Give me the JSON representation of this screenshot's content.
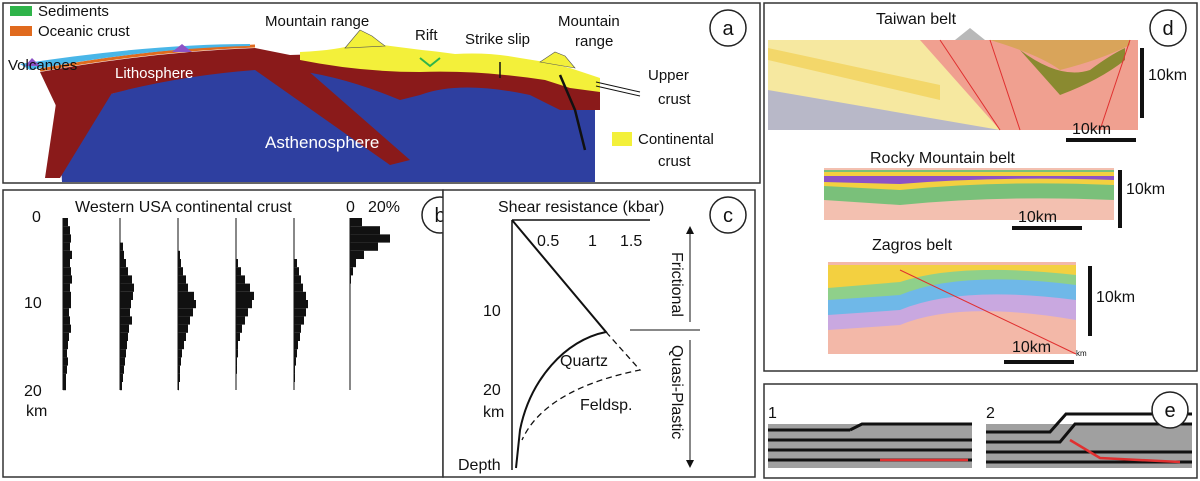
{
  "panel_a": {
    "letter": "a",
    "legend": [
      {
        "label": "Sediments",
        "color": "#2fb44a"
      },
      {
        "label": "Oceanic crust",
        "color": "#e06a1e"
      }
    ],
    "continental_legend": {
      "label_line1": "Continental",
      "label_line2": "crust",
      "color": "#f3f03a"
    },
    "labels": {
      "volcanoes": "Volcanoes",
      "lithosphere": "Lithosphere",
      "asthenosphere": "Asthenosphere",
      "mountain_range_1": "Mountain range",
      "rift": "Rift",
      "strike_slip": "Strike slip",
      "mountain_range_2_line1": "Mountain",
      "mountain_range_2_line2": "range",
      "upper_crust_line1": "Upper",
      "upper_crust_line2": "crust"
    }
  },
  "panel_b": {
    "letter": "b",
    "title": "Western USA continental crust",
    "depth_ticks": [
      "0",
      "10",
      "20"
    ],
    "depth_unit": "km",
    "percent_ticks": [
      "0",
      "20%"
    ]
  },
  "panel_c": {
    "letter": "c",
    "title": "Shear resistance (kbar)",
    "x_ticks": [
      "0.5",
      "1",
      "1.5"
    ],
    "y_ticks": [
      "10",
      "20"
    ],
    "y_unit": "km",
    "y_label": "Depth",
    "quartz": "Quartz",
    "feldspar": "Feldsp.",
    "frictional": "Frictional",
    "quasi_plastic": "Quasi-Plastic"
  },
  "panel_d": {
    "letter": "d",
    "taiwan": "Taiwan belt",
    "rocky": "Rocky Mountain belt",
    "zagros": "Zagros belt",
    "scale_10km": "10km",
    "km": "km"
  },
  "panel_e": {
    "letter": "e",
    "step1": "1",
    "step2": "2"
  }
}
